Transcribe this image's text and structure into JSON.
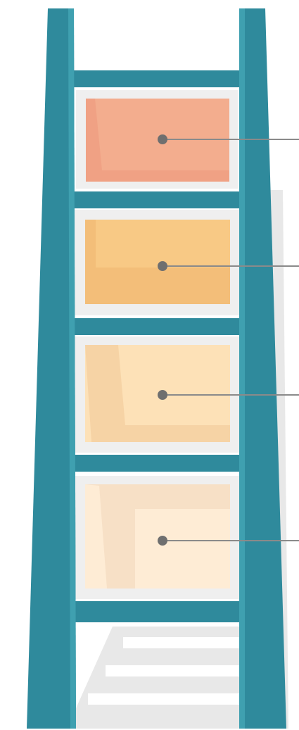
{
  "colors": {
    "background": "#ffffff",
    "ladder": "#2f8a9c",
    "ladder_highlight": "#3fa0b0",
    "ladder_shadow": "#e8e8e8",
    "panel_frame": "#efefef",
    "connector": "#8a8a8a",
    "dot": "#6f6f6f"
  },
  "ladder": {
    "rungs": 5
  },
  "steps": [
    {
      "level": 1,
      "fill": "#f3ad8e",
      "shade": "#f0a083",
      "label": ""
    },
    {
      "level": 2,
      "fill": "#f8c985",
      "shade": "#f2bd78",
      "label": ""
    },
    {
      "level": 3,
      "fill": "#fde1b7",
      "shade": "#f5d2a3",
      "label": ""
    },
    {
      "level": 4,
      "fill": "#feecd5",
      "shade": "#f6dfc4",
      "label": ""
    }
  ]
}
